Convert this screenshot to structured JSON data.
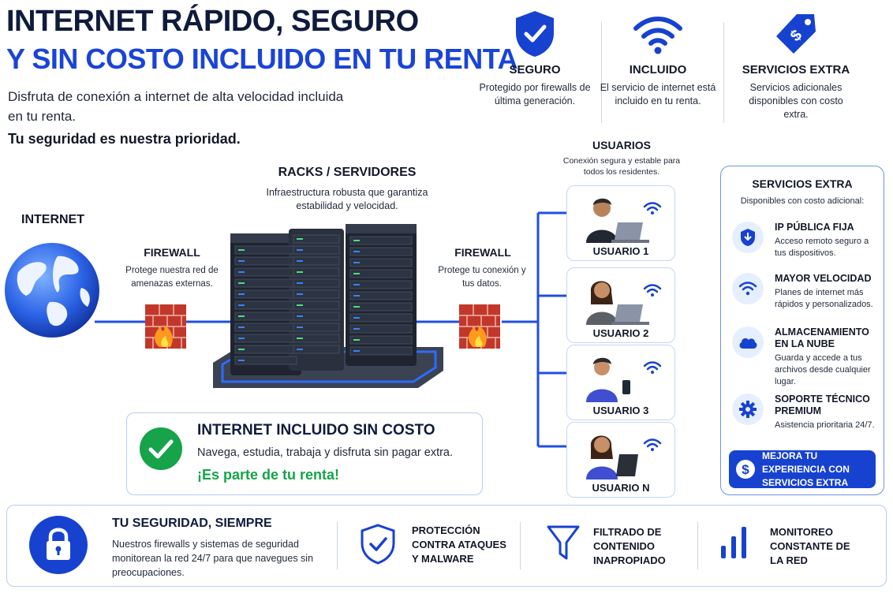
{
  "header": {
    "title_line1": "INTERNET RÁPIDO, SEGURO",
    "title_line2": "Y SIN COSTO INCLUIDO EN TU RENTA",
    "intro": "Disfruta de conexión a internet de alta velocidad incluida en tu renta.",
    "priority": "Tu seguridad es nuestra prioridad."
  },
  "features": [
    {
      "icon": "shield-check-icon",
      "title": "SEGURO",
      "desc": "Protegido por firewalls de última generación."
    },
    {
      "icon": "wifi-icon",
      "title": "INCLUIDO",
      "desc": "El servicio de internet está incluido en tu renta."
    },
    {
      "icon": "price-tag-icon",
      "title": "SERVICIOS EXTRA",
      "desc": "Servicios adicionales disponibles con costo extra."
    }
  ],
  "diagram": {
    "internet_label": "INTERNET",
    "firewall1": {
      "title": "FIREWALL",
      "desc": "Protege nuestra red de amenazas externas."
    },
    "racks": {
      "title": "RACKS / SERVIDORES",
      "desc": "Infraestructura robusta que garantiza estabilidad y velocidad."
    },
    "firewall2": {
      "title": "FIREWALL",
      "desc": "Protege tu conexión y tus datos."
    },
    "users": {
      "title": "USUARIOS",
      "desc": "Conexión segura y estable para todos los residentes."
    },
    "user_cards": [
      "USUARIO 1",
      "USUARIO 2",
      "USUARIO 3",
      "USUARIO N"
    ]
  },
  "included": {
    "title": "INTERNET INCLUIDO SIN COSTO",
    "desc": "Navega, estudia, trabaja y disfruta sin pagar extra.",
    "highlight": "¡Es parte de tu renta!"
  },
  "extra_panel": {
    "title": "SERVICIOS EXTRA",
    "subtitle": "Disponibles con costo adicional:",
    "items": [
      {
        "icon": "public-ip-icon",
        "title": "IP PÚBLICA FIJA",
        "desc": "Acceso remoto seguro a tus dispositivos."
      },
      {
        "icon": "wifi-icon",
        "title": "MAYOR VELOCIDAD",
        "desc": "Planes de internet más rápidos y personalizados."
      },
      {
        "icon": "cloud-icon",
        "title": "ALMACENAMIENTO EN LA NUBE",
        "desc": "Guarda y accede a tus archivos desde cualquier lugar."
      },
      {
        "icon": "gear-icon",
        "title": "SOPORTE TÉCNICO PREMIUM",
        "desc": "Asistencia prioritaria 24/7."
      }
    ],
    "button": "MEJORA TU EXPERIENCIA CON SERVICIOS EXTRA"
  },
  "bottom": {
    "title": "TU SEGURIDAD, SIEMPRE",
    "desc": "Nuestros firewalls y sistemas de seguridad monitorean la red 24/7 para que navegues sin preocupaciones.",
    "items": [
      {
        "icon": "shield-check-icon",
        "label": "PROTECCIÓN CONTRA ATAQUES Y MALWARE"
      },
      {
        "icon": "filter-icon",
        "label": "FILTRADO DE CONTENIDO INAPROPIADO"
      },
      {
        "icon": "bar-chart-icon",
        "label": "MONITOREO CONSTANTE DE LA RED"
      }
    ]
  },
  "colors": {
    "primary_blue": "#1742d0",
    "navy": "#0f1b3d",
    "green": "#16a34a",
    "firewall_red": "#c2372b"
  }
}
